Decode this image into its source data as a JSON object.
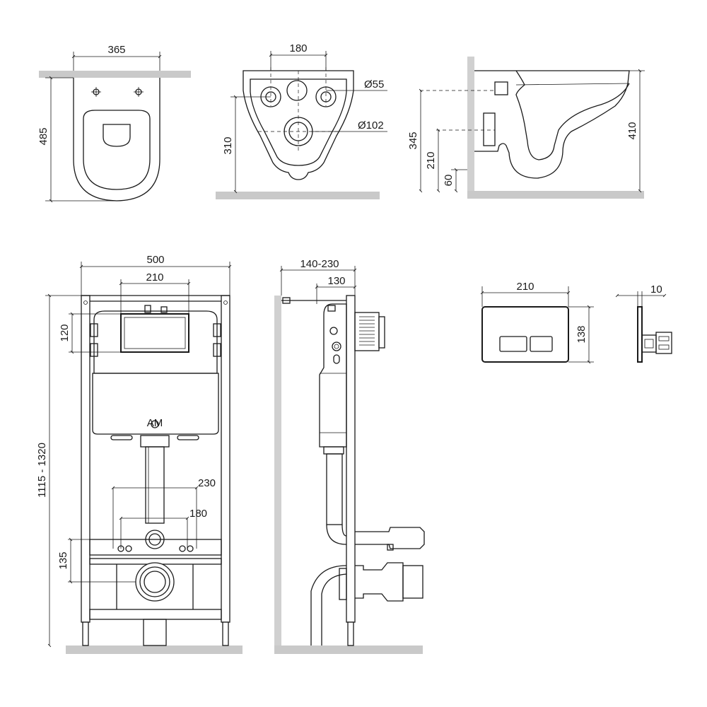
{
  "top_views": {
    "toilet_top": {
      "width_label": "365",
      "depth_label": "485"
    },
    "toilet_front": {
      "hole_spacing_label": "180",
      "small_hole_label": "Ø55",
      "large_hole_label": "Ø102",
      "height_label": "310"
    },
    "toilet_side": {
      "upper_height_label": "345",
      "mid_height_label": "210",
      "low_height_label": "60",
      "total_height_label": "410"
    }
  },
  "frame_front": {
    "width_label": "500",
    "panel_width_label": "210",
    "panel_height_label": "120",
    "height_label": "1115 - 1320",
    "wide_spacing_label": "230",
    "narrow_spacing_label": "180",
    "outlet_height_label": "135"
  },
  "frame_side": {
    "depth_range_label": "140-230",
    "depth_label": "130"
  },
  "flush_plate": {
    "width_label": "210",
    "height_label": "138",
    "thickness_label": "10"
  }
}
